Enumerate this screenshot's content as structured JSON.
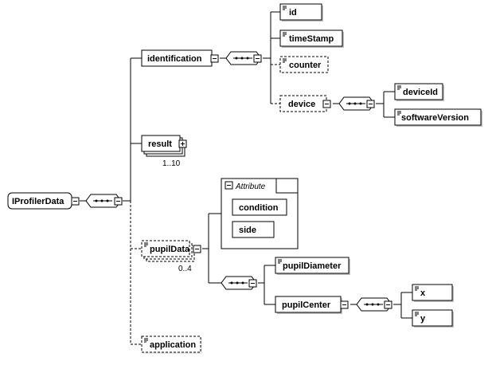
{
  "root": {
    "label": "IProfilerData"
  },
  "identification": {
    "label": "identification",
    "children": {
      "id": "id",
      "timestamp": "timeStamp",
      "counter": "counter",
      "device": "device",
      "device_children": {
        "device_id": "deviceId",
        "software_version": "softwareVersion"
      }
    }
  },
  "result": {
    "label": "result",
    "cardinality": "1..10"
  },
  "pupil_data": {
    "label": "pupilData",
    "cardinality": "0..4",
    "attribute_group": {
      "title": "Attribute",
      "attributes": [
        "condition",
        "side"
      ]
    },
    "children": {
      "pupil_diameter": "pupilDiameter",
      "pupil_center": "pupilCenter",
      "pupil_center_children": {
        "x": "x",
        "y": "y"
      }
    }
  },
  "application": {
    "label": "application"
  },
  "colors": {
    "line": "#000000",
    "box_fill": "#ffffff",
    "shadow": "#c0c0c0",
    "attr_fill": "#ffffff"
  }
}
